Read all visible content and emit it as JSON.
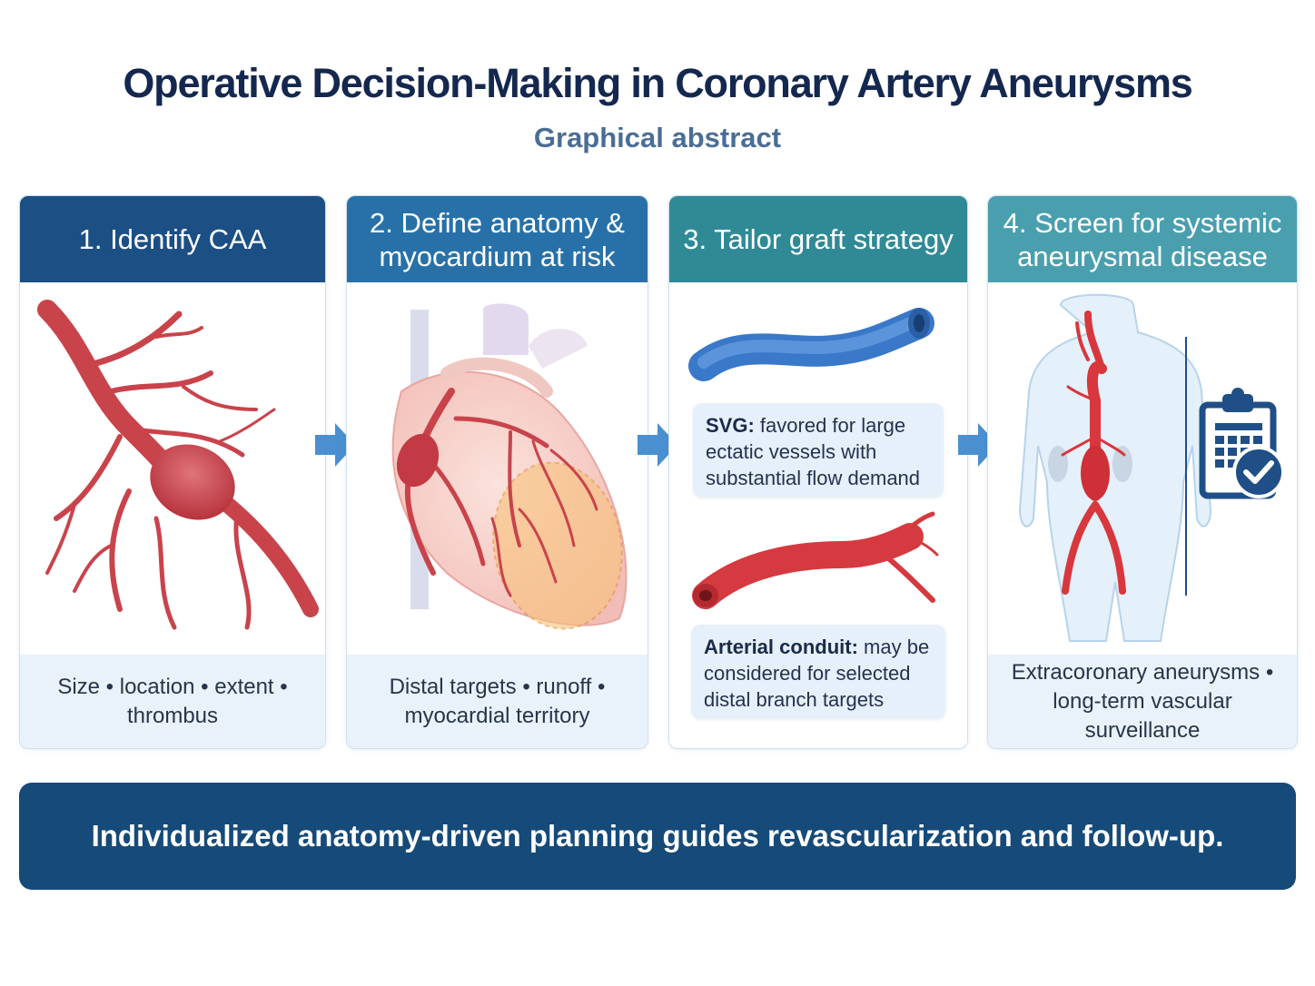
{
  "header": {
    "title": "Operative Decision-Making in Coronary Artery Aneurysms",
    "subtitle": "Graphical abstract"
  },
  "panels": [
    {
      "heading": "1. Identify CAA",
      "footer": "Size • location • extent • thrombus",
      "color": "#1c4f84"
    },
    {
      "heading": "2. Define anatomy & myocardium at risk",
      "footer": "Distal targets • runoff • myocardial territory",
      "color": "#2871a8"
    },
    {
      "heading": "3. Tailor graft strategy",
      "footer": "",
      "color": "#2f8a96",
      "callouts": [
        {
          "lead": "SVG:",
          "text": "favored for large ectatic vessels with substantial flow demand"
        },
        {
          "lead": "Arterial conduit:",
          "text": "may be considered for selected distal branch targets"
        }
      ]
    },
    {
      "heading": "4. Screen for systemic aneurysmal disease",
      "footer": "Extracoronary aneurysms • long-term vascular surveillance",
      "color": "#4a9fae"
    }
  ],
  "banner": {
    "text": "Individualized anatomy-driven planning guides revascularization and follow-up."
  },
  "icons": [
    "right-arrow-icon",
    "coronary-aneurysm-icon",
    "heart-icon",
    "vein-graft-icon",
    "artery-graft-icon",
    "torso-aorta-icon",
    "clipboard-calendar-check-icon"
  ]
}
